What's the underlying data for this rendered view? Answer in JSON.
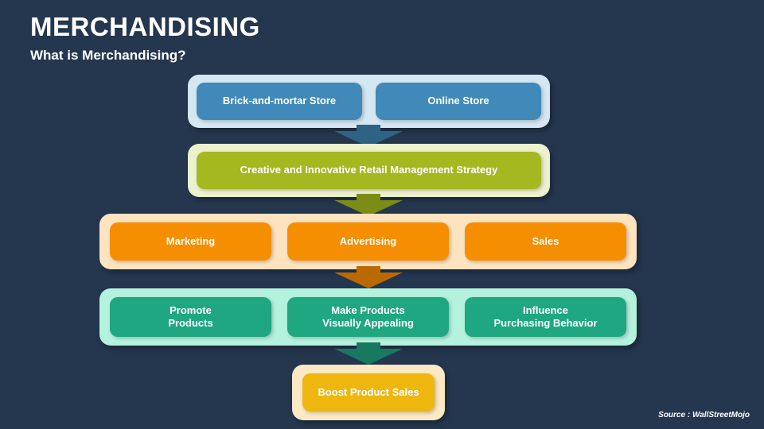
{
  "header": {
    "title": "MERCHANDISING",
    "subtitle": "What is Merchandising?"
  },
  "footer": {
    "source": "Source : WallStreetMojo"
  },
  "colors": {
    "background": "#25374f",
    "stores_band": "#d4e7f2",
    "stores_node": "#4189b8",
    "strategy_band": "#ecf1ce",
    "strategy_node": "#a4b81f",
    "functions_band": "#fde3bf",
    "functions_node": "#f68e01",
    "goals_band": "#b4f2de",
    "goals_node": "#1fa781",
    "outcome_band": "#fbe9c4",
    "outcome_node": "#edb70f",
    "title_text": "#ffffff",
    "node_text": "#ffffff"
  },
  "flow": {
    "rows": [
      {
        "id": "stores",
        "nodes": [
          {
            "label": "Brick-and-mortar Store"
          },
          {
            "label": "Online Store"
          }
        ]
      },
      {
        "id": "strategy",
        "nodes": [
          {
            "label": "Creative and Innovative Retail Management Strategy"
          }
        ]
      },
      {
        "id": "functions",
        "nodes": [
          {
            "label": "Marketing"
          },
          {
            "label": "Advertising"
          },
          {
            "label": "Sales"
          }
        ]
      },
      {
        "id": "goals",
        "nodes": [
          {
            "line1": "Promote",
            "line2": "Products"
          },
          {
            "line1": "Make Products",
            "line2": "Visually Appealing"
          },
          {
            "line1": "Influence",
            "line2": "Purchasing Behavior"
          }
        ]
      },
      {
        "id": "outcome",
        "nodes": [
          {
            "label": "Boost Product Sales"
          }
        ]
      }
    ],
    "connectors": [
      {
        "id": "stores-to-strategy",
        "color": "#2e6383"
      },
      {
        "id": "strategy-to-functions",
        "color": "#7b8c17"
      },
      {
        "id": "functions-to-goals",
        "color": "#bb6a02"
      },
      {
        "id": "goals-to-outcome",
        "color": "#17795f"
      }
    ]
  }
}
